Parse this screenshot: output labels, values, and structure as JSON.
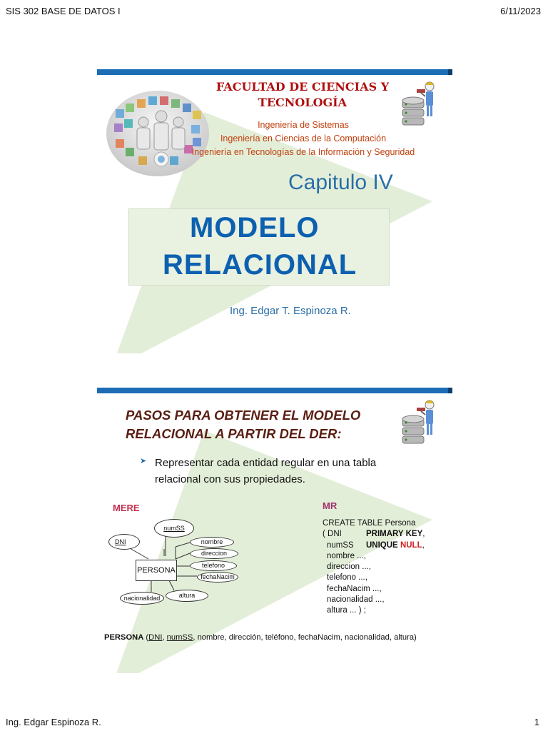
{
  "page": {
    "header_left": "SIS 302 BASE DE DATOS I",
    "header_right": "6/11/2023",
    "footer_left": "Ing. Edgar Espinoza R.",
    "footer_right": "1"
  },
  "slide1": {
    "faculty_line1": "FACULTAD DE CIENCIAS Y",
    "faculty_line2": "TECNOLOGÍA",
    "programs": [
      "Ingeniería de Sistemas",
      "Ingeniería en Ciencias de la Computación",
      "Ingeniería en Tecnologías de la Información y Seguridad"
    ],
    "chapter": "Capitulo IV",
    "title_line1": "MODELO",
    "title_line2": "RELACIONAL",
    "author": "Ing. Edgar T. Espinoza R."
  },
  "slide2": {
    "heading_line1": "PASOS PARA OBTENER EL MODELO",
    "heading_line2": "RELACIONAL  A PARTIR DEL DER:",
    "bullet_line1": "Representar cada entidad regular en una tabla",
    "bullet_line2": "relacional con sus propiedades.",
    "mere_label": "MERE",
    "mr_label": "MR",
    "er": {
      "entity": "PERSONA",
      "attr_numss": "numSS",
      "attr_dni": "DNI",
      "attr_nombre": "nombre",
      "attr_direccion": "direccion",
      "attr_telefono": "telefono",
      "attr_fechanacim": "fechaNacim",
      "attr_nacionalidad": "nacionalidad",
      "attr_altura": "altura"
    },
    "sql": {
      "line1": "CREATE TABLE Persona",
      "dni": "( DNI",
      "pk": "PRIMARY KEY",
      "comma1": ",",
      "numss": "numSS",
      "unique": "UNIQUE",
      "null_kw": "NULL",
      "comma2": ",",
      "nombre": "nombre ...,",
      "direccion": "direccion ...,",
      "telefono": "telefono ...,",
      "fechanacim": "fechaNacim ...,",
      "nacionalidad": "nacionalidad ...,",
      "altura": "altura ... ) ;"
    },
    "schema": {
      "relation": "PERSONA",
      "open": " (",
      "dni": "DNI",
      "sep1": ", ",
      "numss": "numSS",
      "rest": ", nombre, dirección, teléfono, fechaNacim, nacionalidad, altura)"
    }
  },
  "colors": {
    "bar_blue": "#1c6db4",
    "faculty_red": "#b01010",
    "program_red": "#c0400e",
    "chapter_blue": "#2a6fa8",
    "title_blue": "#0c60b0",
    "heading_brown": "#5a1e12",
    "mere_red": "#c0304f",
    "mr_purple": "#a0306a",
    "null_red": "#d02020",
    "triangle_green": "#e3eed8"
  }
}
